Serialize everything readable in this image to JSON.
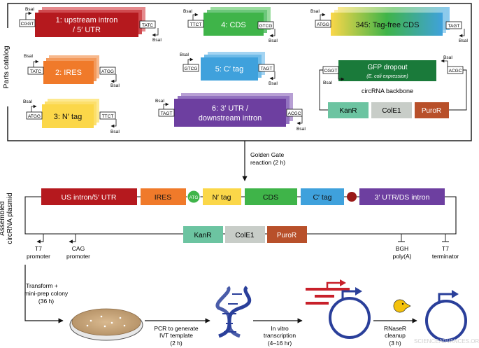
{
  "side_labels": {
    "parts_catalog": "Parts catalog",
    "assembled_line1": "Assembled",
    "assembled_line2": "circRNA plasmid"
  },
  "bsai": "BsaI",
  "parts": {
    "p1": {
      "line1": "1: upstream intron",
      "line2": "/ 5′ UTR",
      "left_oh": "CGGT",
      "right_oh": "TATC",
      "color": "#b5191e"
    },
    "p2": {
      "label": "2: IRES",
      "left_oh": "TATC",
      "right_oh": "ATGG",
      "color": "#f07a2a"
    },
    "p3": {
      "label": "3: N′ tag",
      "left_oh": "ATGG",
      "right_oh": "TTCT",
      "color": "#fbd749"
    },
    "p4": {
      "label": "4: CDS",
      "left_oh": "TTCT",
      "right_oh": "GTCG",
      "color": "#3fb449"
    },
    "p5": {
      "label": "5: C′ tag",
      "left_oh": "GTCG",
      "right_oh": "TAGT",
      "color": "#3fa1dc"
    },
    "p6": {
      "line1": "6: 3′ UTR /",
      "line2": "downstream intron",
      "left_oh": "TAGT",
      "right_oh": "ACGC",
      "color": "#6d3fa0"
    },
    "p345": {
      "label": "345: Tag-free CDS",
      "left_oh": "ATGG",
      "right_oh": "TAGT"
    }
  },
  "backbone": {
    "gfp_line1": "GFP dropout",
    "gfp_line2": "(E. coli expression)",
    "left_oh": "CGGT",
    "right_oh": "ACGC",
    "label": "circRNA backbone",
    "kanr": "KanR",
    "cole1": "ColE1",
    "puror": "PuroR"
  },
  "golden_gate": {
    "line1": "Golden Gate",
    "line2": "reaction (2 h)"
  },
  "assembled": {
    "us_intron": "US intron/5′ UTR",
    "ires": "IRES",
    "atg": "ATG",
    "ntag": "N′ tag",
    "cds": "CDS",
    "ctag": "C′ tag",
    "utr": "3′ UTR/DS intron",
    "kanr": "KanR",
    "cole1": "ColE1",
    "puror": "PuroR"
  },
  "promoters": {
    "t7_line1": "T7",
    "t7_line2": "promoter",
    "cag_line1": "CAG",
    "cag_line2": "promoter",
    "bgh_line1": "BGH",
    "bgh_line2": "poly(A)",
    "t7t_line1": "T7",
    "t7t_line2": "terminator"
  },
  "workflow": {
    "transform_line1": "Transform +",
    "transform_line2": "mini-prep colony",
    "transform_line3": "(36 h)",
    "pcr_line1": "PCR to generate",
    "pcr_line2": "IVT template",
    "pcr_line3": "(2 h)",
    "ivt_line1": "In vitro",
    "ivt_line2": "transcription",
    "ivt_line3": "(4–16 hr)",
    "rnaser_line1": "RNaseR",
    "rnaser_line2": "cleanup",
    "rnaser_line3": "(3 h)"
  },
  "watermark": "SCIENCEADVANCES.ORG",
  "colors": {
    "red": "#b5191e",
    "orange": "#f07a2a",
    "yellow": "#fbd749",
    "green": "#3fb449",
    "blue": "#3fa1dc",
    "purple": "#6d3fa0",
    "kanr": "#6cc4a1",
    "cole1": "#c8cdc8",
    "puror": "#b8502a",
    "gfp": "#1a7a3a",
    "dna": "#2a3f9a",
    "rna_red": "#c8202a"
  }
}
